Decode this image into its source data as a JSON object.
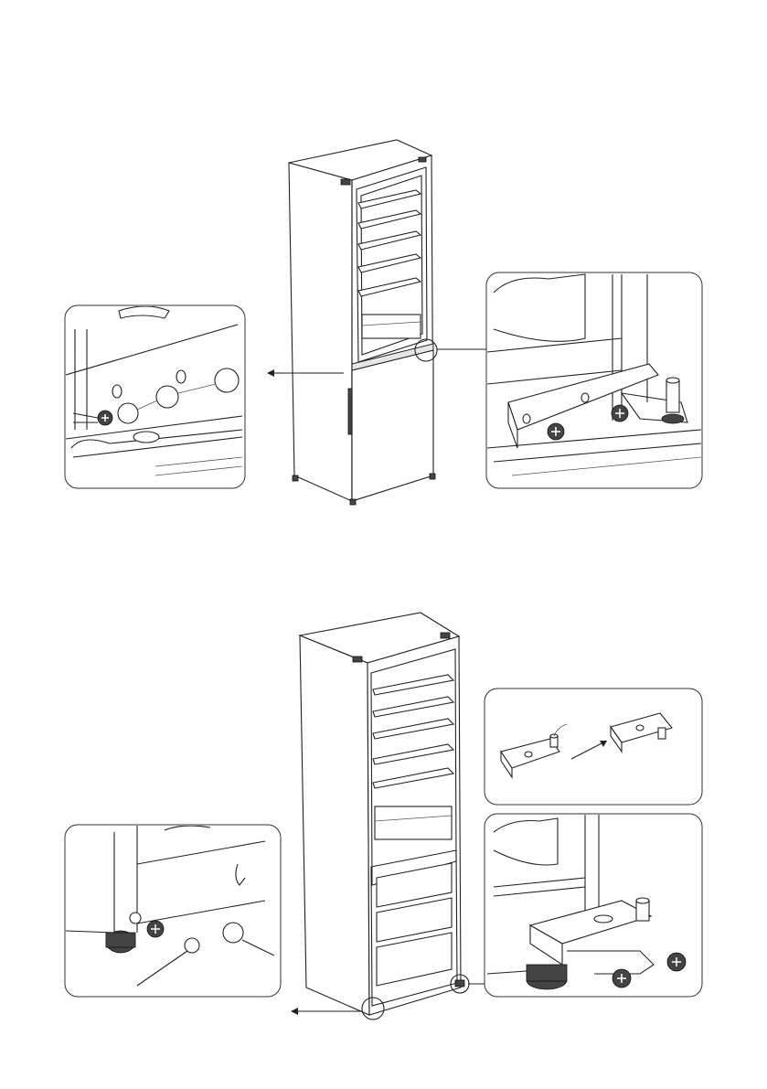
{
  "page": {
    "page_number": ""
  },
  "figures": [
    {
      "id": "figure-1",
      "subject": "refrigerator-with-door-hinge-details",
      "callouts": [
        "hinge-hole-covers-detail",
        "middle-hinge-detail"
      ]
    },
    {
      "id": "figure-2",
      "subject": "refrigerator-with-bottom-hinge-details",
      "callouts": [
        "top-hinge-reversal-detail",
        "bottom-hinge-foot-detail",
        "hole-cover-detail"
      ]
    }
  ]
}
